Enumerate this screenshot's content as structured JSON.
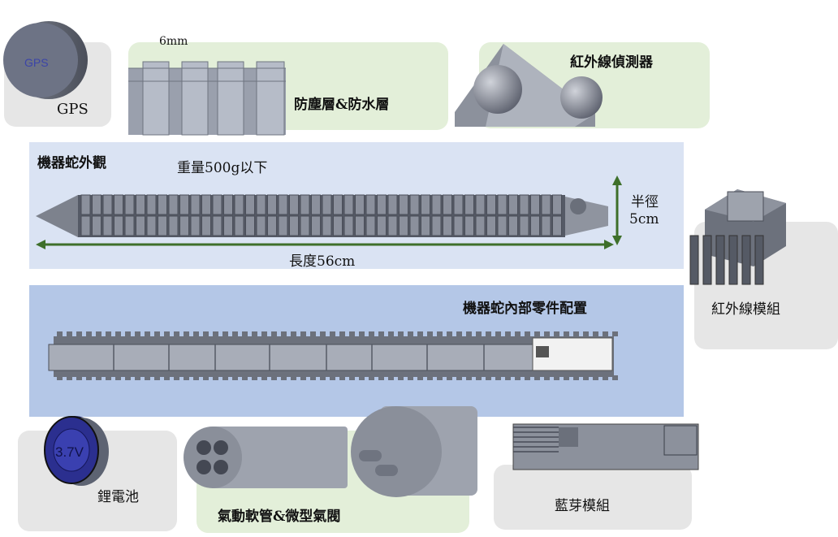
{
  "gps": {
    "label": "GPS",
    "disc_text": "GPS"
  },
  "dust_layer": {
    "dimension": "6mm",
    "label": "防塵層&防水層"
  },
  "ir_detector": {
    "label": "紅外線偵測器"
  },
  "exterior": {
    "title": "機器蛇外觀",
    "weight": "重量500g以下",
    "radius_line1": "半徑",
    "radius_line2": "5cm",
    "length": "長度56cm"
  },
  "ir_module": {
    "label": "紅外線模組"
  },
  "interior": {
    "title": "機器蛇內部零件配置"
  },
  "battery": {
    "label": "鋰電池",
    "voltage": "3.7V"
  },
  "pneumatic": {
    "label": "氣動軟管&微型氣閥"
  },
  "bluetooth": {
    "label": "藍芽模組"
  },
  "colors": {
    "green_arrow": "#3e6f2a",
    "blue_panel": "#dae3f3",
    "blue_panel_dark": "#b4c7e7",
    "green_box": "#e3efd9",
    "gray_box": "#e6e6e6",
    "battery_blue": "#2b2f8f"
  }
}
